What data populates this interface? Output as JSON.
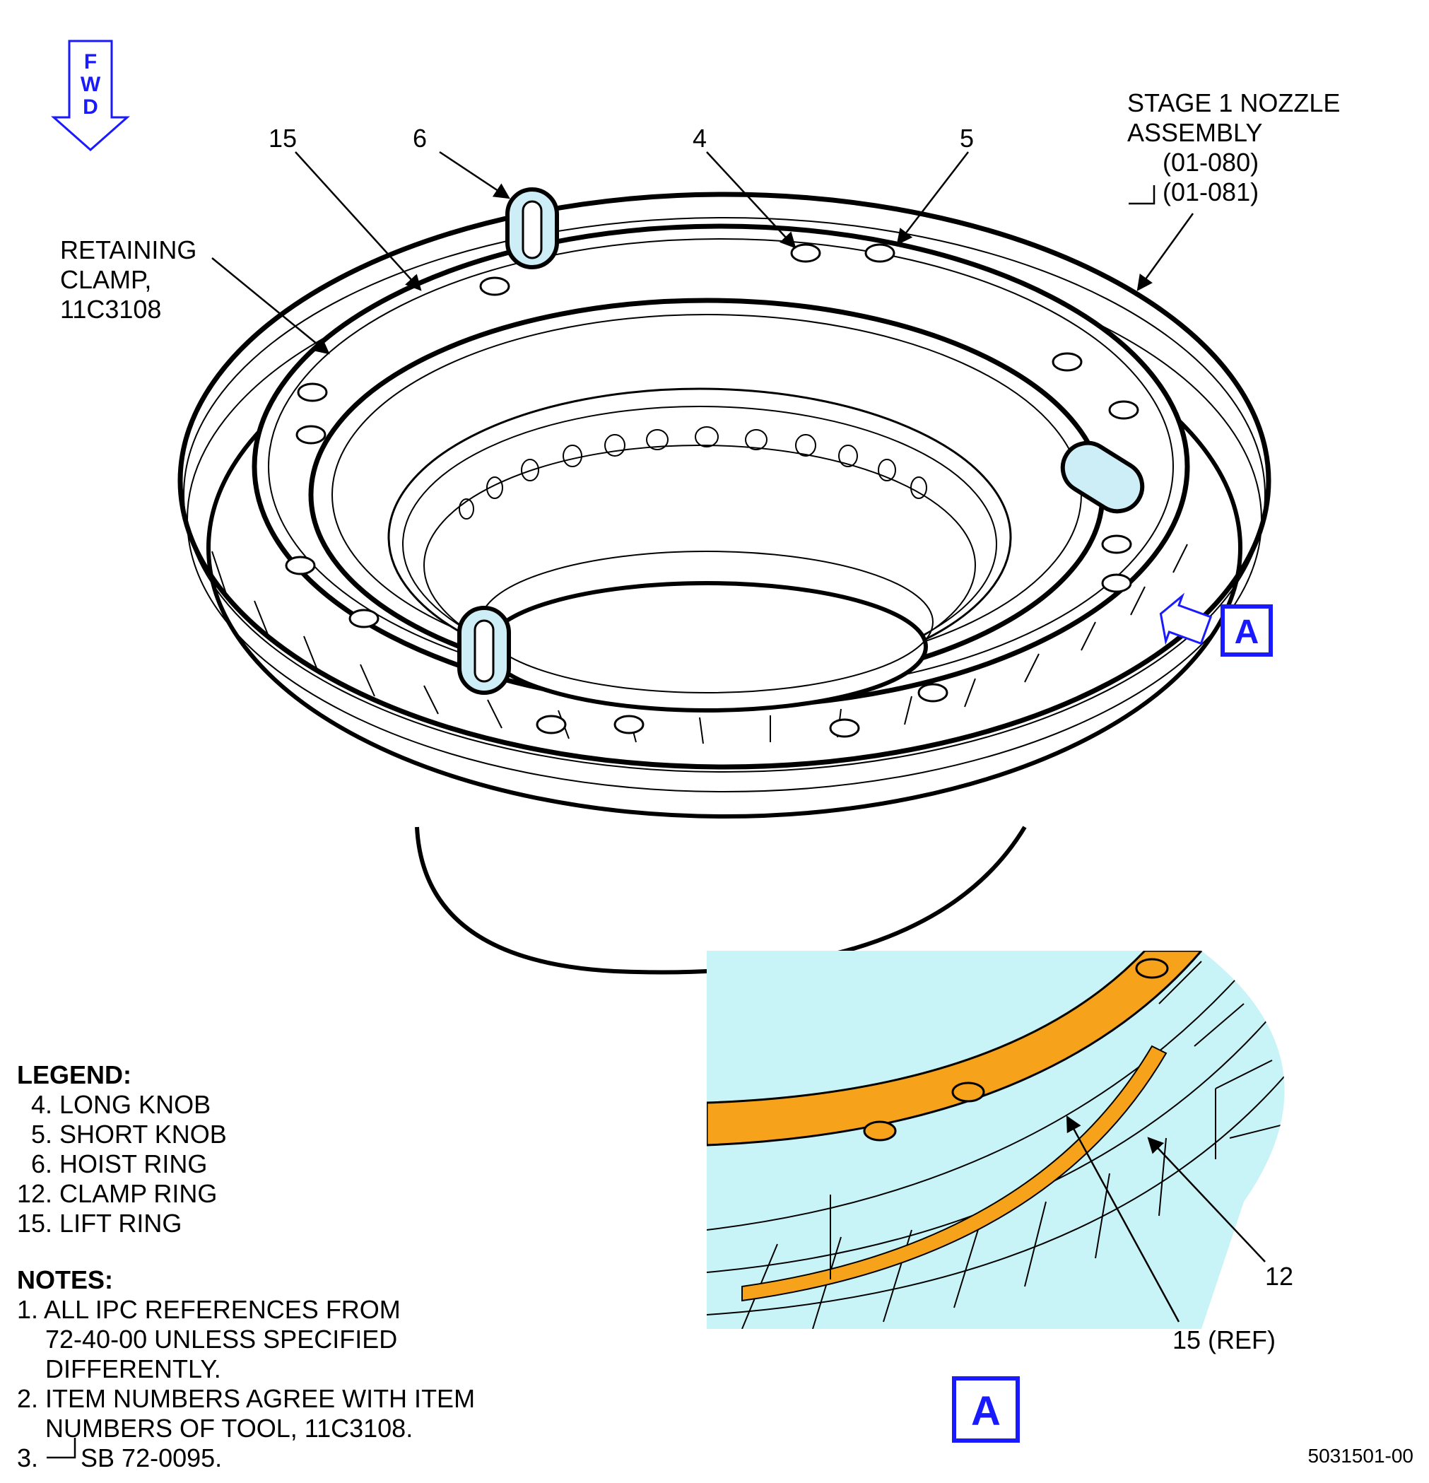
{
  "fwd": {
    "letters": [
      "F",
      "W",
      "D"
    ]
  },
  "callouts": {
    "c15": "15",
    "c6": "6",
    "c4": "4",
    "c5": "5",
    "retaining_line1": "RETAINING",
    "retaining_line2": "CLAMP,",
    "retaining_line3": "11C3108",
    "stage_line1": "STAGE 1 NOZZLE",
    "stage_line2": "ASSEMBLY",
    "stage_line3": "(01-080)",
    "stage_line4": "(01-081)",
    "detail_12": "12",
    "detail_15ref": "15 (REF)"
  },
  "view_label": "A",
  "detail_label": "A",
  "legend": {
    "title": "LEGEND:",
    "items": [
      "  4. LONG KNOB",
      "  5. SHORT KNOB",
      "  6. HOIST RING",
      "12. CLAMP RING",
      "15. LIFT RING"
    ]
  },
  "notes": {
    "title": "NOTES:",
    "items": [
      "1. ALL IPC REFERENCES FROM",
      "    72-40-00 UNLESS SPECIFIED",
      "    DIFFERENTLY.",
      "2. ITEM NUMBERS AGREE WITH ITEM",
      "    NUMBERS OF TOOL, 11C3108.",
      "3.      SB 72-0095."
    ]
  },
  "drawing_number": "5031501-00",
  "colors": {
    "accent_blue": "#1a1aff",
    "lift_ring_orange": "#f7a21b",
    "nozzle_cyan": "#c8f3f7",
    "hoist_glass": "#cdeef6"
  }
}
